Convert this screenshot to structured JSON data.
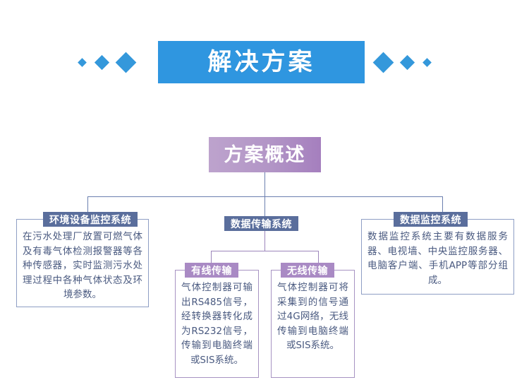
{
  "header": {
    "title": "解决方案",
    "accent_color": "#2f96e0",
    "diamonds_left": [
      "small",
      "medium",
      "large"
    ],
    "diamonds_right": [
      "large",
      "medium",
      "small"
    ]
  },
  "diagram": {
    "type": "hierarchy-flowchart",
    "root": {
      "label": "方案概述",
      "color": "#b295c6"
    },
    "branch_color": "#6b7faf",
    "sub_branch_color": "#9c86bb",
    "nodes": [
      {
        "id": "env",
        "badge": "环境设备监控系统",
        "badge_color": "#5a6e9c",
        "body": "在污水处理厂放置可燃气体及有毒气体检测报警器等各种传感器，实时监测污水处理过程中各种气体状态及环境参数。"
      },
      {
        "id": "transmission",
        "badge": "数据传输系统",
        "badge_color": "#5a6e9c",
        "body": ""
      },
      {
        "id": "monitor",
        "badge": "数据监控系统",
        "badge_color": "#5a6e9c",
        "body": "数据监控系统主要有数据服务器、电视墙、中央监控服务器、电脑客户端、手机APP等部分组成。"
      }
    ],
    "sub_nodes": [
      {
        "id": "wired",
        "badge": "有线传输",
        "badge_color": "#a98ac4",
        "body": "气体控制器可输出RS485信号，经转换器转化成为RS232信号，传输到电脑终端或SIS系统。"
      },
      {
        "id": "wireless",
        "badge": "无线传输",
        "badge_color": "#a98ac4",
        "body": "气体控制器可将采集到的信号通过4G网络，无线传输到电脑终端或SIS系统。"
      }
    ]
  }
}
